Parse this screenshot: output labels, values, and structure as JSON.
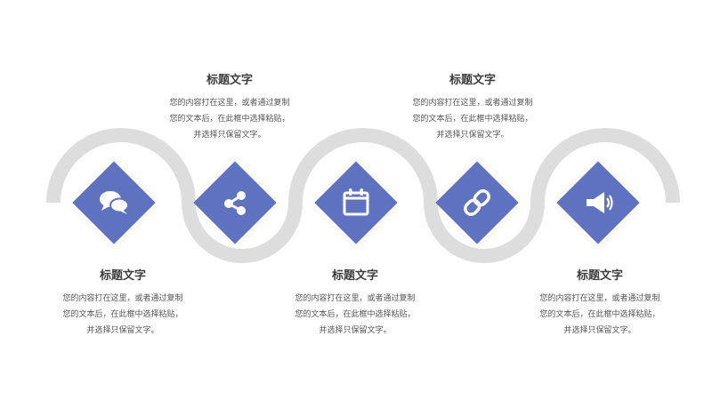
{
  "colors": {
    "accent": "#5f72bf",
    "track": "#dddddd",
    "title_text": "#3d3d3d",
    "body_text": "#555555"
  },
  "steps": [
    {
      "icon": "chat-bubbles-icon",
      "title": "标题文字",
      "lines": [
        "您的内容打在这里，或者通过复制",
        "您的文本后，在此框中选择粘贴，",
        "并选择只保留文字。"
      ]
    },
    {
      "icon": "share-icon",
      "title": "标题文字",
      "lines": [
        "您的内容打在这里，或者通过复制",
        "您的文本后，在此框中选择粘贴，",
        "并选择只保留文字。"
      ]
    },
    {
      "icon": "calendar-icon",
      "title": "标题文字",
      "lines": [
        "您的内容打在这里，或者通过复制",
        "您的文本后，在此框中选择粘贴，",
        "并选择只保留文字。"
      ]
    },
    {
      "icon": "link-icon",
      "title": "标题文字",
      "lines": [
        "您的内容打在这里，或者通过复制",
        "您的文本后，在此框中选择粘贴，",
        "并选择只保留文字。"
      ]
    },
    {
      "icon": "megaphone-icon",
      "title": "标题文字",
      "lines": [
        "您的内容打在这里，或者通过复制",
        "您的文本后，在此框中选择粘贴，",
        "并选择只保留文字。"
      ]
    }
  ]
}
